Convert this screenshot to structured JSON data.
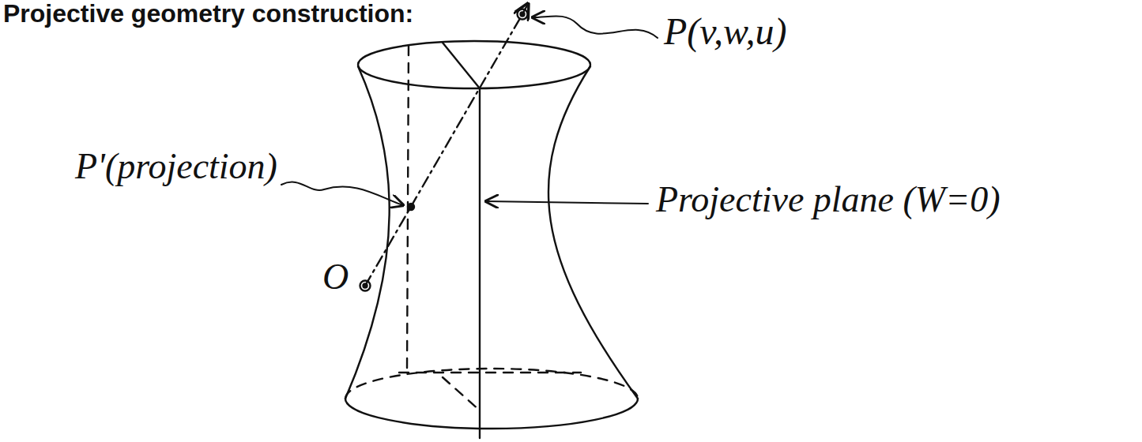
{
  "diagram": {
    "title": "Projective geometry construction:",
    "labels": [
      "P(v,w,u)",
      "P'(projection)",
      "O",
      "Projective plane (W=0)"
    ]
  }
}
